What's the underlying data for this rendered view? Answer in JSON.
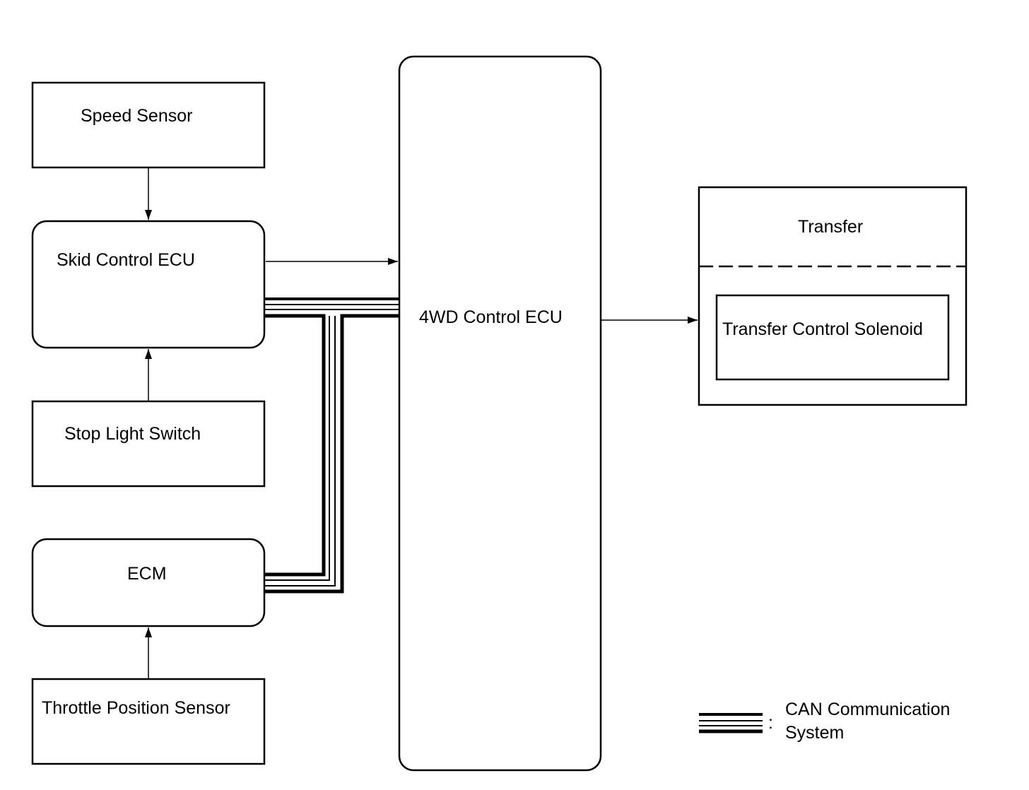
{
  "blocks": {
    "speed_sensor": "Speed Sensor",
    "skid_control_ecu": "Skid Control ECU",
    "stop_light_switch": "Stop Light Switch",
    "ecm": "ECM",
    "throttle_position_sensor": "Throttle Position Sensor",
    "four_wd_control_ecu": "4WD Control ECU",
    "transfer": "Transfer",
    "transfer_control_solenoid": "Transfer Control Solenoid"
  },
  "legend": {
    "separator": ":",
    "label_line1": "CAN Communication",
    "label_line2": "System"
  },
  "colors": {
    "stroke": "#000000",
    "background": "#ffffff"
  }
}
